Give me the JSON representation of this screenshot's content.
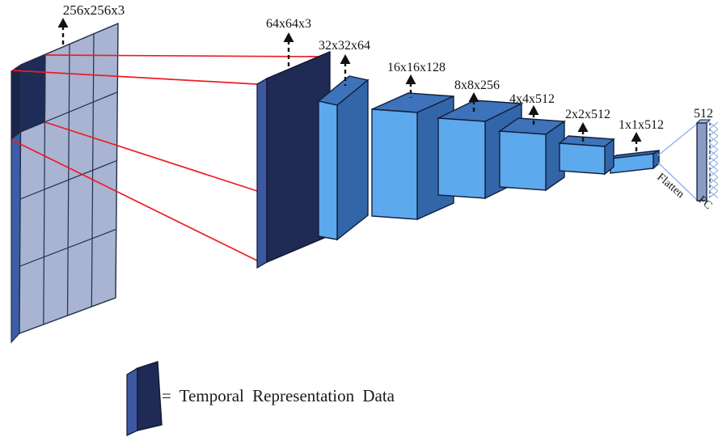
{
  "figure": {
    "type": "cnn-architecture-diagram",
    "input": {
      "label": "256x256x3"
    },
    "layers": [
      {
        "label": "64x64x3"
      },
      {
        "label": "32x32x64"
      },
      {
        "label": "16x16x128"
      },
      {
        "label": "8x8x256"
      },
      {
        "label": "4x4x512"
      },
      {
        "label": "2x2x512"
      },
      {
        "label": "1x1x512"
      }
    ],
    "head": {
      "flatten_label": "Flatten",
      "fc_label": "FC",
      "fc_size": "512"
    },
    "legend": {
      "text": "= Temporal Representation Data"
    },
    "colors": {
      "red_line": "#ed1c24",
      "box_front": "#5da9ee",
      "box_side": "#3366a9",
      "box_top": "#3e72ba",
      "dark_slab_front": "#1f2b55",
      "dark_slab_side": "#3d58a1",
      "input_panel_face": "#a9b4d2",
      "input_patch": "#1e2c58",
      "fc_bar": "#8b9cc4",
      "connection_line": "#8fb2e8",
      "arrow": "#111111",
      "text": "#141414"
    }
  }
}
